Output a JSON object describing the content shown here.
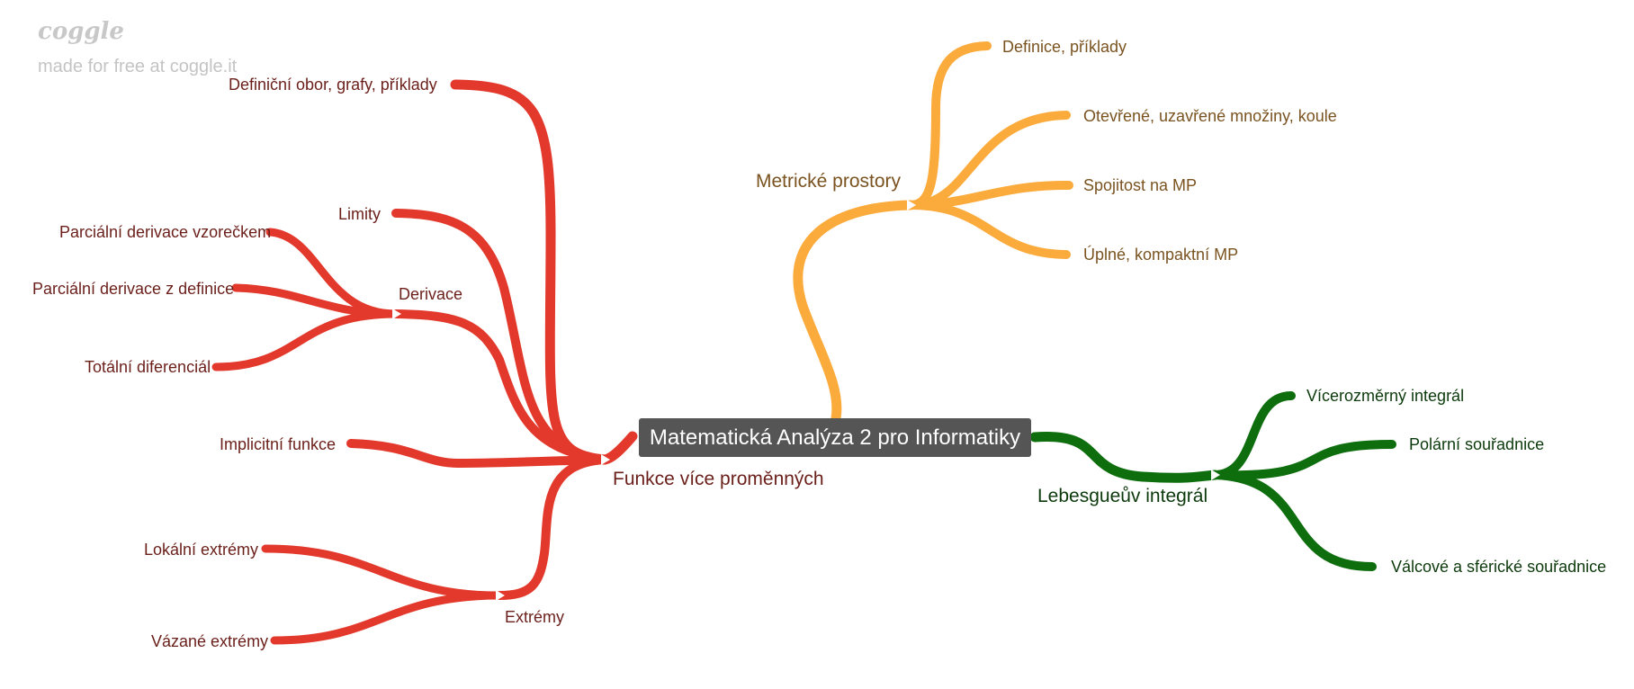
{
  "branding": {
    "logo": "coggle",
    "tagline": "made for free at coggle.it"
  },
  "colors": {
    "red": "#e2392c",
    "orange": "#fbab3c",
    "green": "#0e6e0e",
    "center": "#555555"
  },
  "center": {
    "label": "Matematická Analýza 2 pro Informatiky"
  },
  "branches": {
    "funkce": {
      "label": "Funkce více proměnných",
      "children": {
        "definicni": "Definiční obor, grafy, příklady",
        "limity": "Limity",
        "derivace": {
          "label": "Derivace",
          "children": {
            "vzorec": "Parciální derivace vzorečkem",
            "definice": "Parciální derivace z definice",
            "totalni": "Totální diferenciál"
          }
        },
        "implicitni": "Implicitní funkce",
        "extremy": {
          "label": "Extrémy",
          "children": {
            "lokalni": "Lokální extrémy",
            "vazane": "Vázané extrémy"
          }
        }
      }
    },
    "metricke": {
      "label": "Metrické prostory",
      "children": {
        "definice": "Definice, příklady",
        "otevrene": "Otevřené, uzavřené množiny, koule",
        "spojitost": "Spojitost na MP",
        "uplne": "Úplné, kompaktní MP"
      }
    },
    "lebesgue": {
      "label": "Lebesgueův integrál",
      "children": {
        "vicerozmerny": "Vícerozměrný integrál",
        "polarni": "Polární souřadnice",
        "valcove": "Válcové a sférické souřadnice"
      }
    }
  }
}
